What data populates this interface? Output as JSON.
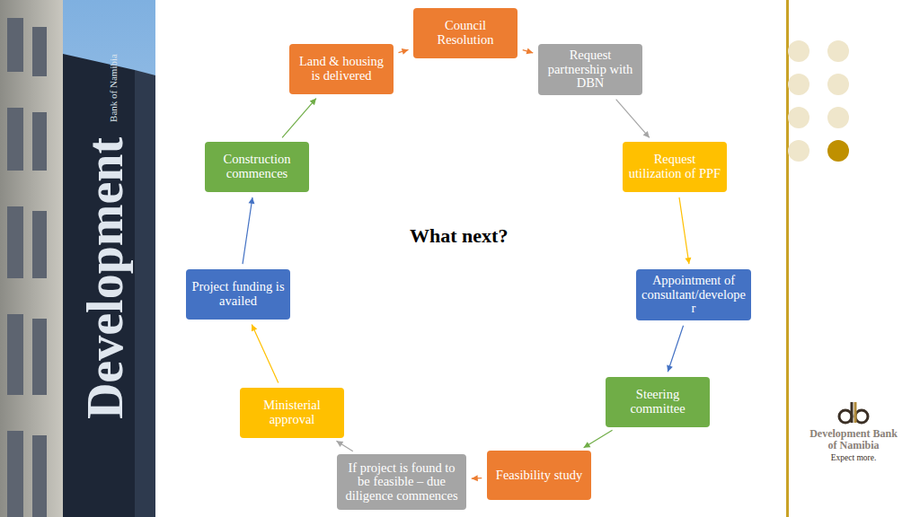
{
  "diagram": {
    "title": "What next?",
    "nodes": [
      {
        "text": [
          "Council Resolution"
        ]
      },
      {
        "text": [
          "Request partnership with DBN"
        ]
      },
      {
        "text": [
          "Request utilization of PPF"
        ]
      },
      {
        "text": [
          "Appointment of consultant/developer"
        ]
      },
      {
        "text": [
          "Steering committee"
        ]
      },
      {
        "text": [
          "Feasibility study"
        ]
      },
      {
        "text": [
          "If project is found to be feasible – due diligence commences"
        ]
      },
      {
        "text": [
          "Ministerial approval"
        ]
      },
      {
        "text": [
          "Project funding is availed"
        ]
      },
      {
        "text": [
          "Construction commences"
        ]
      },
      {
        "text": [
          "Land & housing is delivered"
        ]
      }
    ],
    "edges": [
      {
        "from": 0,
        "to": 1,
        "arrow": "to"
      },
      {
        "from": 1,
        "to": 2,
        "arrow": "to"
      },
      {
        "from": 2,
        "to": 3,
        "arrow": "to"
      },
      {
        "from": 3,
        "to": 4,
        "arrow": "to"
      },
      {
        "from": 4,
        "to": 5,
        "arrow": "to"
      },
      {
        "from": 5,
        "to": 6,
        "arrow": "to"
      },
      {
        "from": 6,
        "to": 7,
        "arrow": "to"
      },
      {
        "from": 7,
        "to": 8,
        "arrow": "to"
      },
      {
        "from": 8,
        "to": 9,
        "arrow": "to"
      },
      {
        "from": 9,
        "to": 10,
        "arrow": "to"
      },
      {
        "from": 10,
        "to": 0,
        "arrow": "to"
      }
    ],
    "labels": [
      "Development",
      "Bank of Namibia",
      "Development Bank of Namibia",
      "Expect more."
    ]
  }
}
